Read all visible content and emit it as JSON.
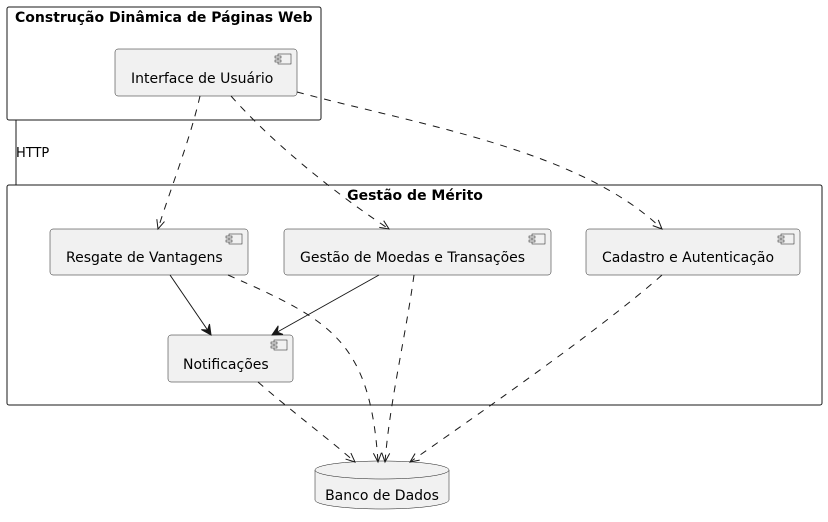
{
  "packages": {
    "web": {
      "title": "Construção Dinâmica de Páginas Web"
    },
    "merit": {
      "title": "Gestão de Mérito"
    }
  },
  "components": {
    "ui": "Interface de Usuário",
    "rewards": "Resgate de Vantagens",
    "coins": "Gestão de Moedas e Transações",
    "auth": "Cadastro e Autenticação",
    "notify": "Notificações"
  },
  "database": {
    "label": "Banco de Dados"
  },
  "link": {
    "label": "HTTP"
  },
  "colors": {
    "component_fill": "#f1f1f1",
    "line": "#181818"
  }
}
